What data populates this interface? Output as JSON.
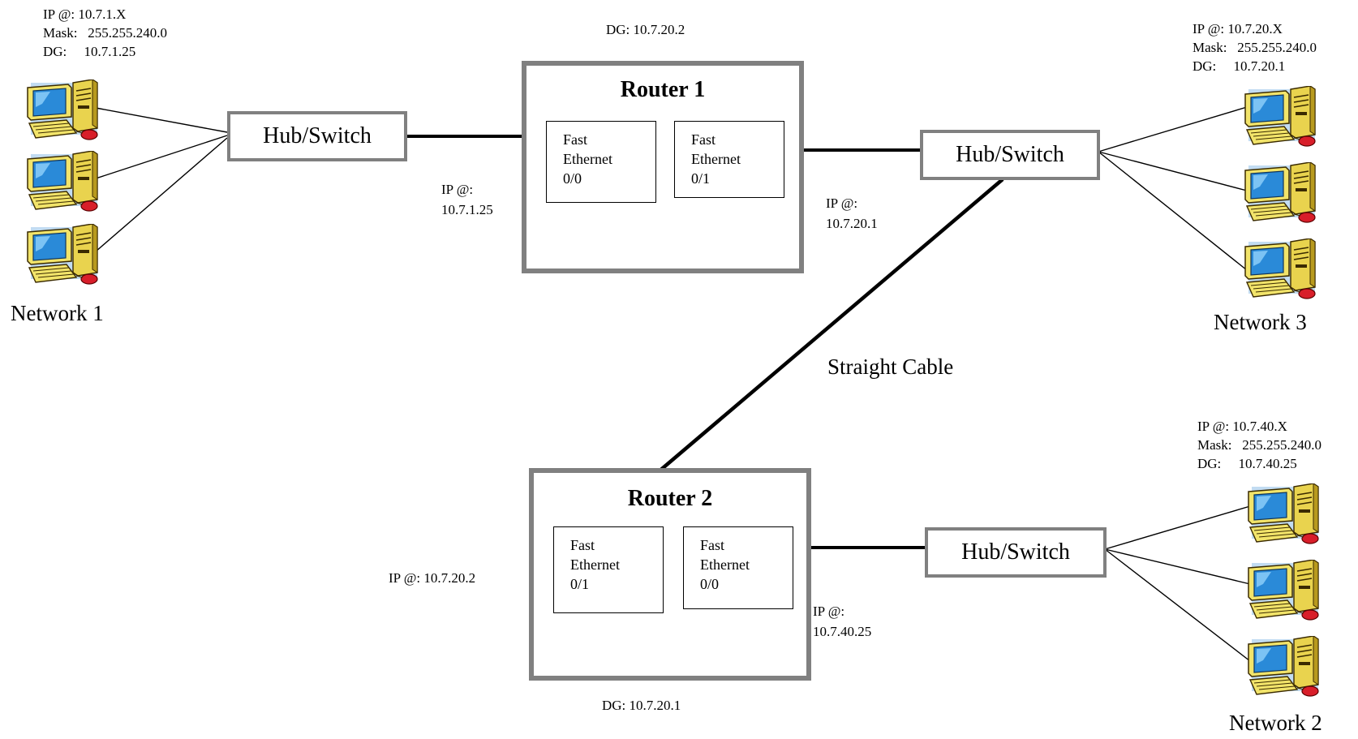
{
  "network1": {
    "label": "Network 1",
    "ip": "IP @: 10.7.1.X",
    "mask": "Mask:   255.255.240.0",
    "dg": "DG:     10.7.1.25"
  },
  "network3": {
    "label": "Network 3",
    "ip": "IP @: 10.7.20.X",
    "mask": "Mask:   255.255.240.0",
    "dg": "DG:     10.7.20.1"
  },
  "network2": {
    "label": "Network 2",
    "ip": "IP @: 10.7.40.X",
    "mask": "Mask:   255.255.240.0",
    "dg": "DG:     10.7.40.25"
  },
  "router1": {
    "title": "Router 1",
    "dg": "DG:  10.7.20.2",
    "port_left": {
      "line1": "Fast",
      "line2": "Ethernet",
      "line3": "0/0"
    },
    "port_right": {
      "line1": "Fast",
      "line2": "Ethernet",
      "line3": "0/1"
    },
    "ip_left_label": "IP @:",
    "ip_left_value": "10.7.1.25",
    "ip_right_label": "IP @:",
    "ip_right_value": "10.7.20.1"
  },
  "router2": {
    "title": "Router 2",
    "dg": "DG:  10.7.20.1",
    "port_left": {
      "line1": "Fast",
      "line2": "Ethernet",
      "line3": "0/1"
    },
    "port_right": {
      "line1": "Fast",
      "line2": "Ethernet",
      "line3": "0/0"
    },
    "ip_left": "IP @: 10.7.20.2",
    "ip_right_label": "IP @:",
    "ip_right_value": "10.7.40.25"
  },
  "hubs": {
    "hub1": "Hub/Switch",
    "hub2": "Hub/Switch",
    "hub3": "Hub/Switch"
  },
  "cable_label": "Straight Cable",
  "colors": {
    "box_border": "#808080",
    "monitor_screen": "#2a8ad8",
    "pc_body": "#f2e46a",
    "mouse": "#d81e2a"
  },
  "icons": [
    "computer-icon"
  ]
}
